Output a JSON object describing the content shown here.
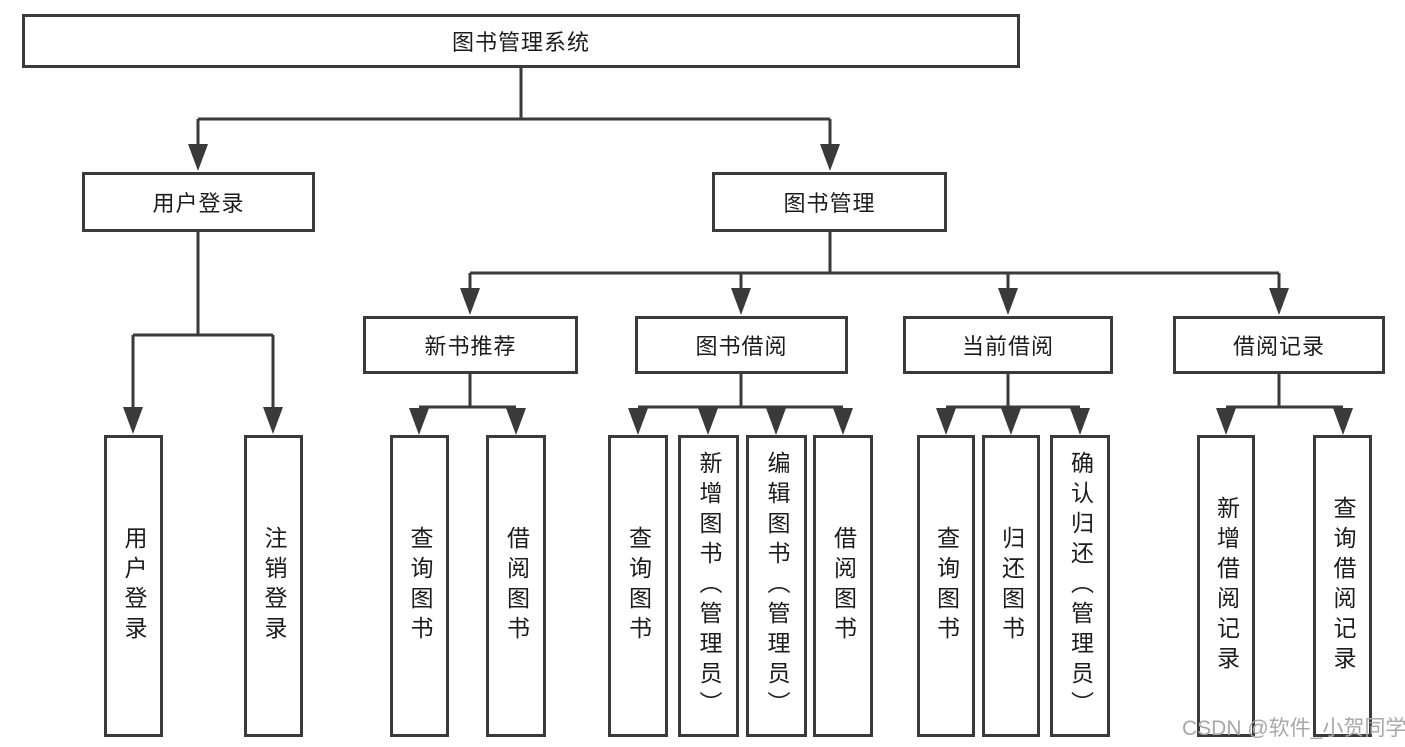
{
  "nodes": {
    "root": "图书管理系统",
    "user_login": "用户登录",
    "book_management": "图书管理",
    "new_book_recommendation": "新书推荐",
    "book_borrowing": "图书借阅",
    "current_borrowing": "当前借阅",
    "borrowing_records": "借阅记录"
  },
  "leaves": {
    "user_login": [
      "用户登录",
      "注销登录"
    ],
    "new_book_recommendation": [
      "查询图书",
      "借阅图书"
    ],
    "book_borrowing": [
      "查询图书",
      "新增图书（管理员）",
      "编辑图书（管理员）",
      "借阅图书"
    ],
    "current_borrowing": [
      "查询图书",
      "归还图书",
      "确认归还（管理员）"
    ],
    "borrowing_records": [
      "新增借阅记录",
      "查询借阅记录"
    ]
  },
  "watermark": "CSDN @软件_小贺同学",
  "colors": {
    "line": "#3a3a3a",
    "box_border": "#3a3a3a",
    "box_fill": "#ffffff",
    "text": "#1c1c1c",
    "watermark": "#a8a8a8",
    "background": "#ffffff"
  }
}
